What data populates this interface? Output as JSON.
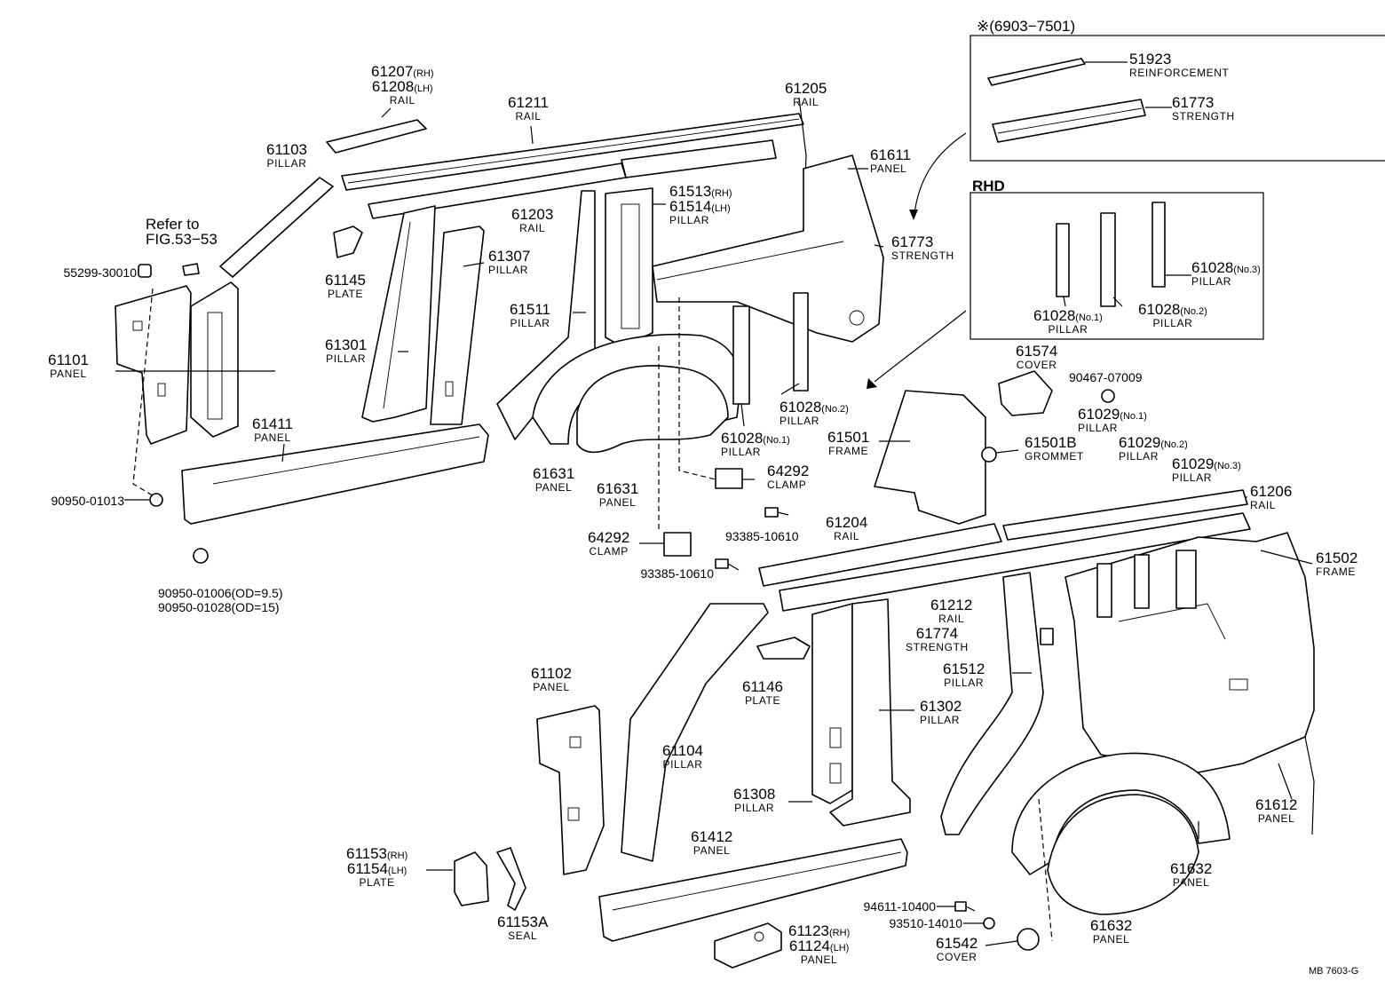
{
  "boxes": {
    "reinforcement_box_title": "※(6903−7501)",
    "rhd_box_title": "RHD"
  },
  "parts": [
    {
      "id": "61207",
      "num": "61207",
      "sub": "(RH)",
      "num2": "61208",
      "sub2": "(LH)",
      "name": "RAIL"
    },
    {
      "id": "61211",
      "num": "61211",
      "name": "RAIL"
    },
    {
      "id": "61205",
      "num": "61205",
      "name": "RAIL"
    },
    {
      "id": "61611",
      "num": "61611",
      "name": "PANEL"
    },
    {
      "id": "61103",
      "num": "61103",
      "name": "PILLAR"
    },
    {
      "id": "refer",
      "line1": "Refer to",
      "line2": "FIG.53−53"
    },
    {
      "id": "55299",
      "num": "55299-30010"
    },
    {
      "id": "61145",
      "num": "61145",
      "name": "PLATE"
    },
    {
      "id": "61203",
      "num": "61203",
      "name": "RAIL"
    },
    {
      "id": "61513",
      "num": "61513",
      "sub": "(RH)",
      "num2": "61514",
      "sub2": "(LH)",
      "name": "PILLAR"
    },
    {
      "id": "61307",
      "num": "61307",
      "name": "PILLAR"
    },
    {
      "id": "61773a",
      "num": "61773",
      "name": "STRENGTH"
    },
    {
      "id": "61101",
      "num": "61101",
      "name": "PANEL"
    },
    {
      "id": "61511",
      "num": "61511",
      "name": "PILLAR"
    },
    {
      "id": "61301",
      "num": "61301",
      "name": "PILLAR"
    },
    {
      "id": "61411",
      "num": "61411",
      "name": "PANEL"
    },
    {
      "id": "61028a",
      "num": "61028",
      "sub": "(No.2)",
      "name": "PILLAR"
    },
    {
      "id": "61028b",
      "num": "61028",
      "sub": "(No.1)",
      "name": "PILLAR"
    },
    {
      "id": "61631a",
      "num": "61631",
      "name": "PANEL"
    },
    {
      "id": "61631b",
      "num": "61631",
      "name": "PANEL"
    },
    {
      "id": "64292a",
      "num": "64292",
      "name": "CLAMP"
    },
    {
      "id": "90950a",
      "num": "90950-01013"
    },
    {
      "id": "93385a",
      "num": "93385-10610"
    },
    {
      "id": "64292b",
      "num": "64292",
      "name": "CLAMP"
    },
    {
      "id": "93385b",
      "num": "93385-10610"
    },
    {
      "id": "90950b",
      "num": "90950-01006(OD=9.5)",
      "num2": "90950-01028(OD=15)"
    },
    {
      "id": "51923",
      "num": "51923",
      "name": "REINFORCEMENT"
    },
    {
      "id": "61773b",
      "num": "61773",
      "name": "STRENGTH"
    },
    {
      "id": "61028c",
      "num": "61028",
      "sub": "(No.3)",
      "name": "PILLAR"
    },
    {
      "id": "61028d",
      "num": "61028",
      "sub": "(No.1)",
      "name": "PILLAR"
    },
    {
      "id": "61028e",
      "num": "61028",
      "sub": "(No.2)",
      "name": "PILLAR"
    },
    {
      "id": "61574",
      "num": "61574",
      "name": "COVER"
    },
    {
      "id": "90467",
      "num": "90467-07009"
    },
    {
      "id": "61029a",
      "num": "61029",
      "sub": "(No.1)",
      "name": "PILLAR"
    },
    {
      "id": "61501",
      "num": "61501",
      "name": "FRAME"
    },
    {
      "id": "61501B",
      "num": "61501B",
      "name": "GROMMET"
    },
    {
      "id": "61029b",
      "num": "61029",
      "sub": "(No.2)",
      "name": "PILLAR"
    },
    {
      "id": "61029c",
      "num": "61029",
      "sub": "(No.3)",
      "name": "PILLAR"
    },
    {
      "id": "61206",
      "num": "61206",
      "name": "RAIL"
    },
    {
      "id": "61204",
      "num": "61204",
      "name": "RAIL"
    },
    {
      "id": "61502",
      "num": "61502",
      "name": "FRAME"
    },
    {
      "id": "61212",
      "num": "61212",
      "name": "RAIL"
    },
    {
      "id": "61774",
      "num": "61774",
      "name": "STRENGTH"
    },
    {
      "id": "61512",
      "num": "61512",
      "name": "PILLAR"
    },
    {
      "id": "61146",
      "num": "61146",
      "name": "PLATE"
    },
    {
      "id": "61102",
      "num": "61102",
      "name": "PANEL"
    },
    {
      "id": "61302",
      "num": "61302",
      "name": "PILLAR"
    },
    {
      "id": "61104",
      "num": "61104",
      "name": "PILLAR"
    },
    {
      "id": "61308",
      "num": "61308",
      "name": "PILLAR"
    },
    {
      "id": "61612",
      "num": "61612",
      "name": "PANEL"
    },
    {
      "id": "61412",
      "num": "61412",
      "name": "PANEL"
    },
    {
      "id": "61153",
      "num": "61153",
      "sub": "(RH)",
      "num2": "61154",
      "sub2": "(LH)",
      "name": "PLATE"
    },
    {
      "id": "61632a",
      "num": "61632",
      "name": "PANEL"
    },
    {
      "id": "94611",
      "num": "94611-10400"
    },
    {
      "id": "93510",
      "num": "93510-14010"
    },
    {
      "id": "61153A",
      "num": "61153A",
      "name": "SEAL"
    },
    {
      "id": "61542",
      "num": "61542",
      "name": "COVER"
    },
    {
      "id": "61123",
      "num": "61123",
      "sub": "(RH)",
      "num2": "61124",
      "sub2": "(LH)",
      "name": "PANEL"
    },
    {
      "id": "61632b",
      "num": "61632",
      "name": "PANEL"
    }
  ],
  "footer_code": "MB  7603-G"
}
